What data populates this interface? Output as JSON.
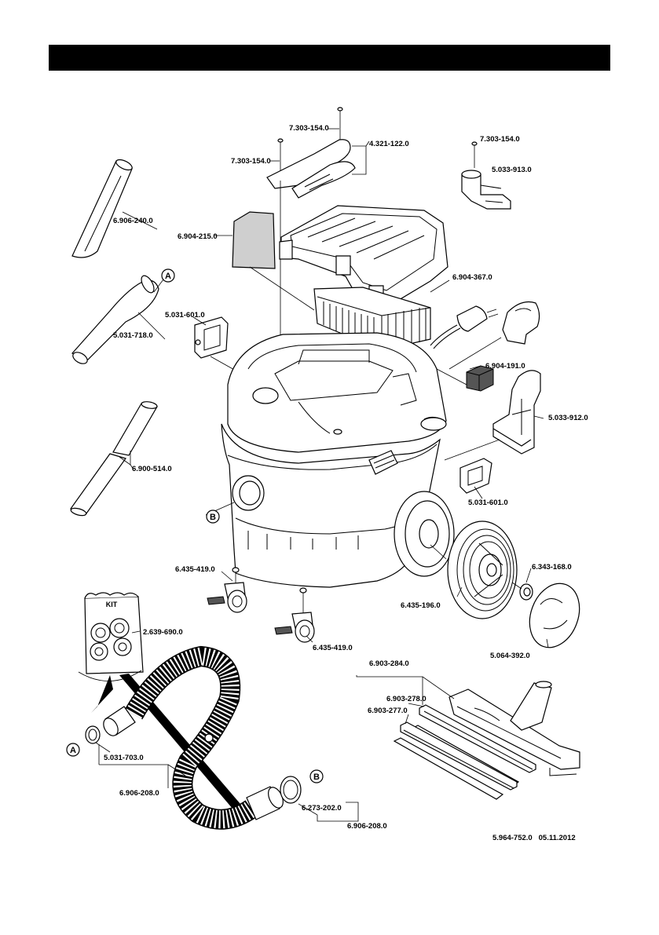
{
  "parts": {
    "screw_top": "7.303-154.0",
    "screw_left": "7.303-154.0",
    "handle": "4.321-122.0",
    "screw_right": "7.303-154.0",
    "holder_top_right": "5.033-913.0",
    "crevice_nozzle": "6.906-240.0",
    "foam_filter": "6.904-215.0",
    "flat_filter": "6.904-367.0",
    "elbow_bend": "5.031-718.0",
    "clip_left": "5.031-601.0",
    "sponge": "6.904-191.0",
    "accessory_holder": "5.033-912.0",
    "suction_tubes": "6.900-514.0",
    "clip_right": "5.031-601.0",
    "castor_left": "6.435-419.0",
    "nut": "6.343-168.0",
    "wheel": "6.435-196.0",
    "castor_bottom": "6.435-419.0",
    "hubcap": "5.064-392.0",
    "kit": "2.639-690.0",
    "floor_nozzle": "6.903-284.0",
    "strips_brush": "6.903-278.0",
    "strips_rubber": "6.903-277.0",
    "adapter_a": "5.031-703.0",
    "hose_left": "6.906-208.0",
    "adapter_b": "6.273-202.0",
    "hose_right": "6.906-208.0"
  },
  "markers": {
    "a": "A",
    "b": "B"
  },
  "kit_label": "KIT",
  "footer": "5.964-752.0   05.11.2012"
}
